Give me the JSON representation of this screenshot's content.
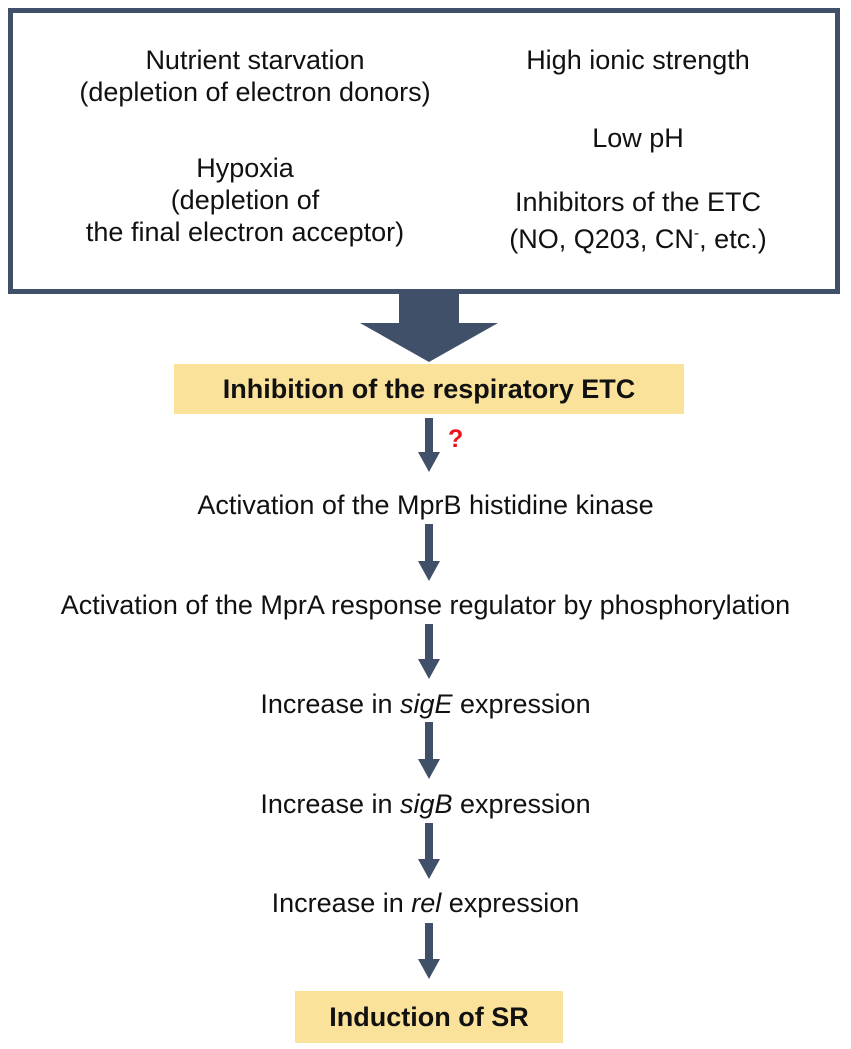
{
  "conditions": {
    "nutrient": {
      "line1": "Nutrient starvation",
      "line2": "(depletion of electron donors)"
    },
    "hypoxia": {
      "line1": "Hypoxia",
      "line2": "(depletion of",
      "line3": "the final electron acceptor)"
    },
    "ionic": "High ionic strength",
    "ph": "Low pH",
    "inhibitors": {
      "line1": "Inhibitors of the ETC",
      "line2_pre": "(NO, Q203, CN",
      "line2_sup": "-",
      "line2_post": ", etc.)"
    }
  },
  "flow": {
    "inhibition": "Inhibition of the respiratory ETC",
    "question_mark": "?",
    "mprb": "Activation of the MprB histidine kinase",
    "mpra": "Activation of the MprA response regulator by phosphorylation",
    "sige": {
      "pre": "Increase in ",
      "gene": "sigE",
      "post": " expression"
    },
    "sigb": {
      "pre": "Increase in ",
      "gene": "sigB",
      "post": " expression"
    },
    "rel": {
      "pre": "Increase in ",
      "gene": "rel",
      "post": " expression"
    },
    "sr": "Induction of SR"
  },
  "colors": {
    "box_border": "#3f5068",
    "arrow": "#3f5068",
    "highlight": "#fbe29a",
    "question": "#e8161c"
  }
}
